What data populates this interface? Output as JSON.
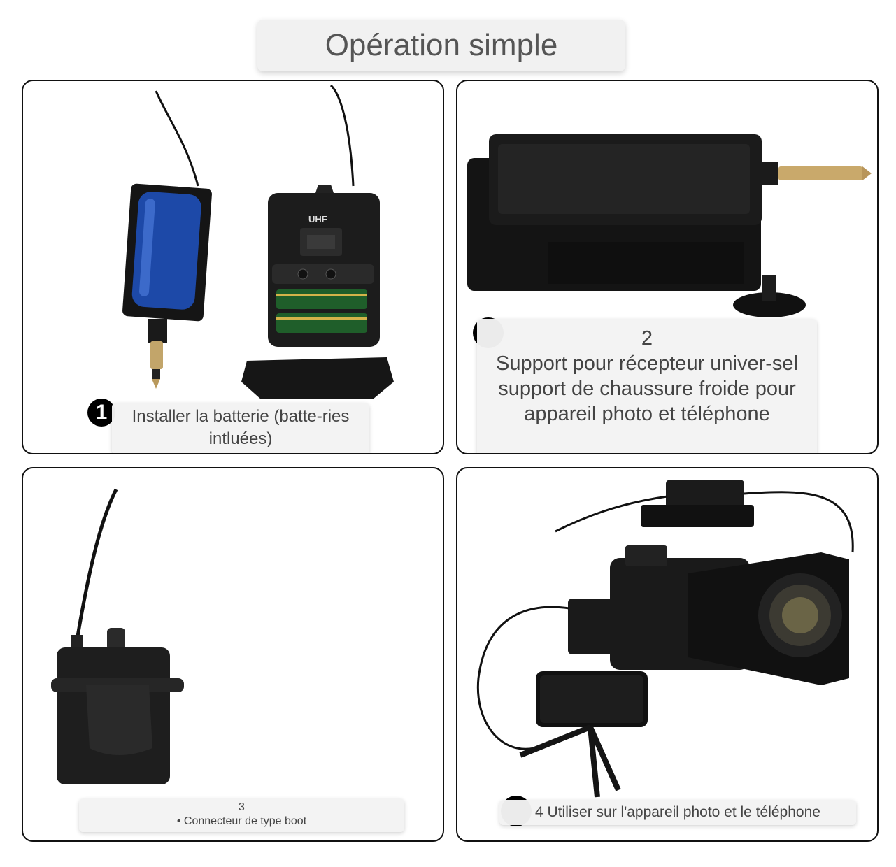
{
  "title": "Opération simple",
  "panels": [
    {
      "badge": "1",
      "caption": "Installer la batterie (batte-ries intluées)"
    },
    {
      "number": "2",
      "caption": "Support pour récepteur univer-sel support de chaussure froide pour appareil photo et téléphone"
    },
    {
      "number": "3",
      "caption": "• Connecteur de type boot"
    },
    {
      "caption": "4 Utiliser sur l'appareil photo et le téléphone"
    }
  ],
  "device_labels": {
    "uhf": "UHF"
  }
}
